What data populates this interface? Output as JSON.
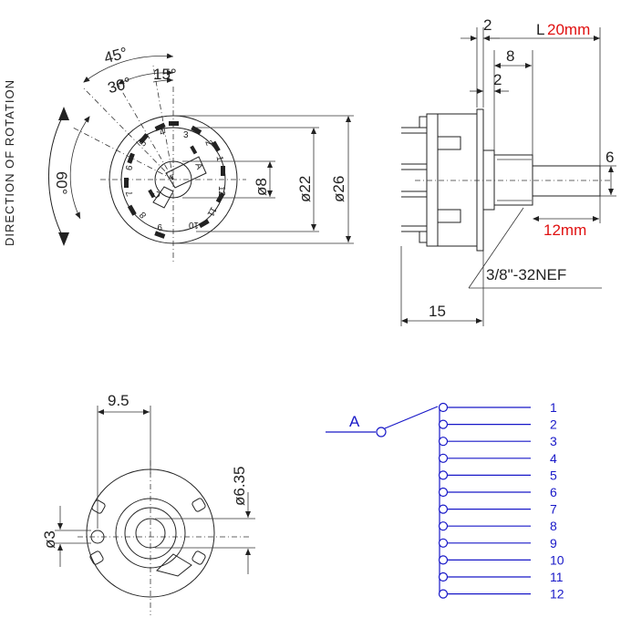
{
  "rotation_label": "DIRECTION OF ROTATION",
  "angles": {
    "a45": "45°",
    "a30": "30°",
    "a15": "15°",
    "a60": "60°"
  },
  "front_dims": {
    "d8": "ø8",
    "d22": "ø22",
    "d26": "ø26"
  },
  "contact_numbers": [
    "1",
    "2",
    "3",
    "4",
    "5",
    "6",
    "7",
    "8",
    "9",
    "10",
    "11",
    "12"
  ],
  "contact_letters": {
    "a": "A",
    "c": "C"
  },
  "side_dims": {
    "w2": "2",
    "w2b": "2",
    "w8": "8",
    "l_prefix": "L",
    "l_value": "20mm",
    "shaft_d": "6",
    "shaft_len": "12mm",
    "thread": "3/8\"-32NEF",
    "depth": "15"
  },
  "back_dims": {
    "d95": "9.5",
    "d635": "ø6.35",
    "d3": "ø3"
  },
  "schematic": {
    "common": "A",
    "terminals": [
      "1",
      "2",
      "3",
      "4",
      "5",
      "6",
      "7",
      "8",
      "9",
      "10",
      "11",
      "12"
    ]
  },
  "colors": {
    "dim_red": "#e01010",
    "schematic_blue": "#1818c8",
    "line": "#222222"
  }
}
